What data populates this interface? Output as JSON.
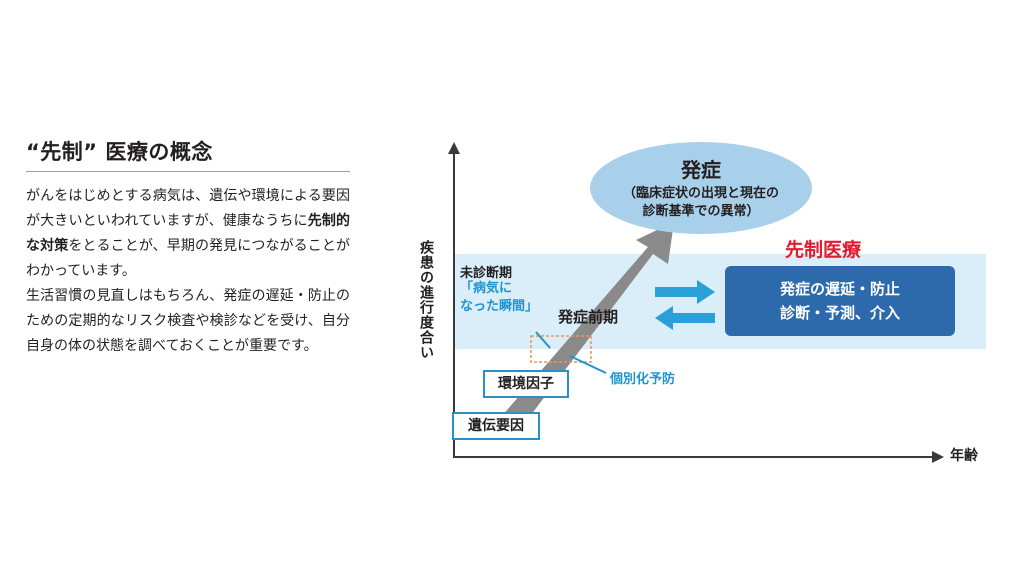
{
  "article": {
    "heading": "“先制” 医療の概念",
    "paragraph1": [
      {
        "text": "がんをはじめとする病気は、遺伝や環境による要因が大きいといわれていますが、健康なうちに",
        "bold": false
      },
      {
        "text": "先制的な対策",
        "bold": true
      },
      {
        "text": "をとることが、早期の発見につながることがわかっています。",
        "bold": false
      }
    ],
    "paragraph2": "生活習慣の見直しはもちろん、発症の遅延・防止のための定期的なリスク検査や検診などを受け、自分自身の体の状態を調べておくことが重要です。"
  },
  "diagram": {
    "y_axis_label": "疾患の進行度合い",
    "x_axis_label": "年齢",
    "onset": {
      "title": "発症",
      "subtitle_line1": "（臨床症状の出現と現在の",
      "subtitle_line2": "診断基準での異常）"
    },
    "undiagnosed_label": "未診断期",
    "illness_moment_line1": "「病気に",
    "illness_moment_line2": "なった瞬間」",
    "pre_onset_label": "発症前期",
    "precision_medicine_title": "先制医療",
    "action_line1": "発症の遅延・防止",
    "action_line2": "診断・予測、介入",
    "environmental_factor": "環境因子",
    "genetic_factor": "遺伝要因",
    "personalized_prevention": "個別化予防",
    "colors": {
      "band": "#d9eef8",
      "onset_ellipse": "#a9d0ea",
      "action_box": "#2d6aac",
      "precision_title": "#e51a2e",
      "accent_blue": "#1f94cf",
      "progress_arrow": "#8a8a8a",
      "dashed_box": "#e8945a"
    }
  }
}
